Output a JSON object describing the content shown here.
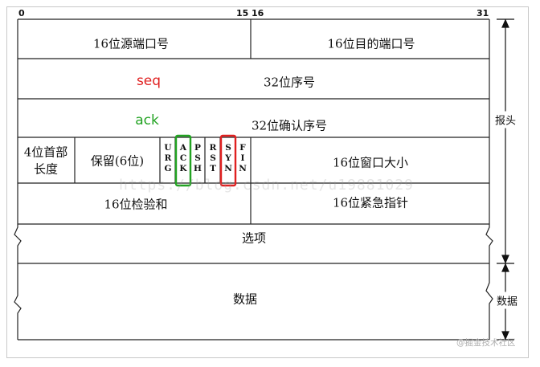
{
  "bit_labels": {
    "start": "0",
    "mid_end": "15",
    "mid_start": "16",
    "end": "31"
  },
  "fields": {
    "source_port": "16位源端口号",
    "dest_port": "16位目的端口号",
    "seq_number": "32位序号",
    "ack_number": "32位确认序号",
    "header_length": [
      "4位首部",
      "长度"
    ],
    "reserved": "保留(6位)",
    "window_size": "16位窗口大小",
    "checksum": "16位检验和",
    "urgent_pointer": "16位紧急指针",
    "options": "选项",
    "data": "数据"
  },
  "flags": [
    {
      "name": "URG",
      "letters": [
        "U",
        "R",
        "G"
      ],
      "highlight": "none"
    },
    {
      "name": "ACK",
      "letters": [
        "A",
        "C",
        "K"
      ],
      "highlight": "green"
    },
    {
      "name": "PSH",
      "letters": [
        "P",
        "S",
        "H"
      ],
      "highlight": "none"
    },
    {
      "name": "RST",
      "letters": [
        "R",
        "S",
        "T"
      ],
      "highlight": "none"
    },
    {
      "name": "SYN",
      "letters": [
        "S",
        "Y",
        "N"
      ],
      "highlight": "red"
    },
    {
      "name": "FIN",
      "letters": [
        "F",
        "I",
        "N"
      ],
      "highlight": "none"
    }
  ],
  "annotations": {
    "seq": "seq",
    "ack": "ack",
    "seq_color": "#e02020",
    "ack_color": "#22a322"
  },
  "side_labels": {
    "header": "报头",
    "data": "数据"
  },
  "watermark": "https://blog.csdn.net/u19881029",
  "credit": "@掘金技术社区"
}
